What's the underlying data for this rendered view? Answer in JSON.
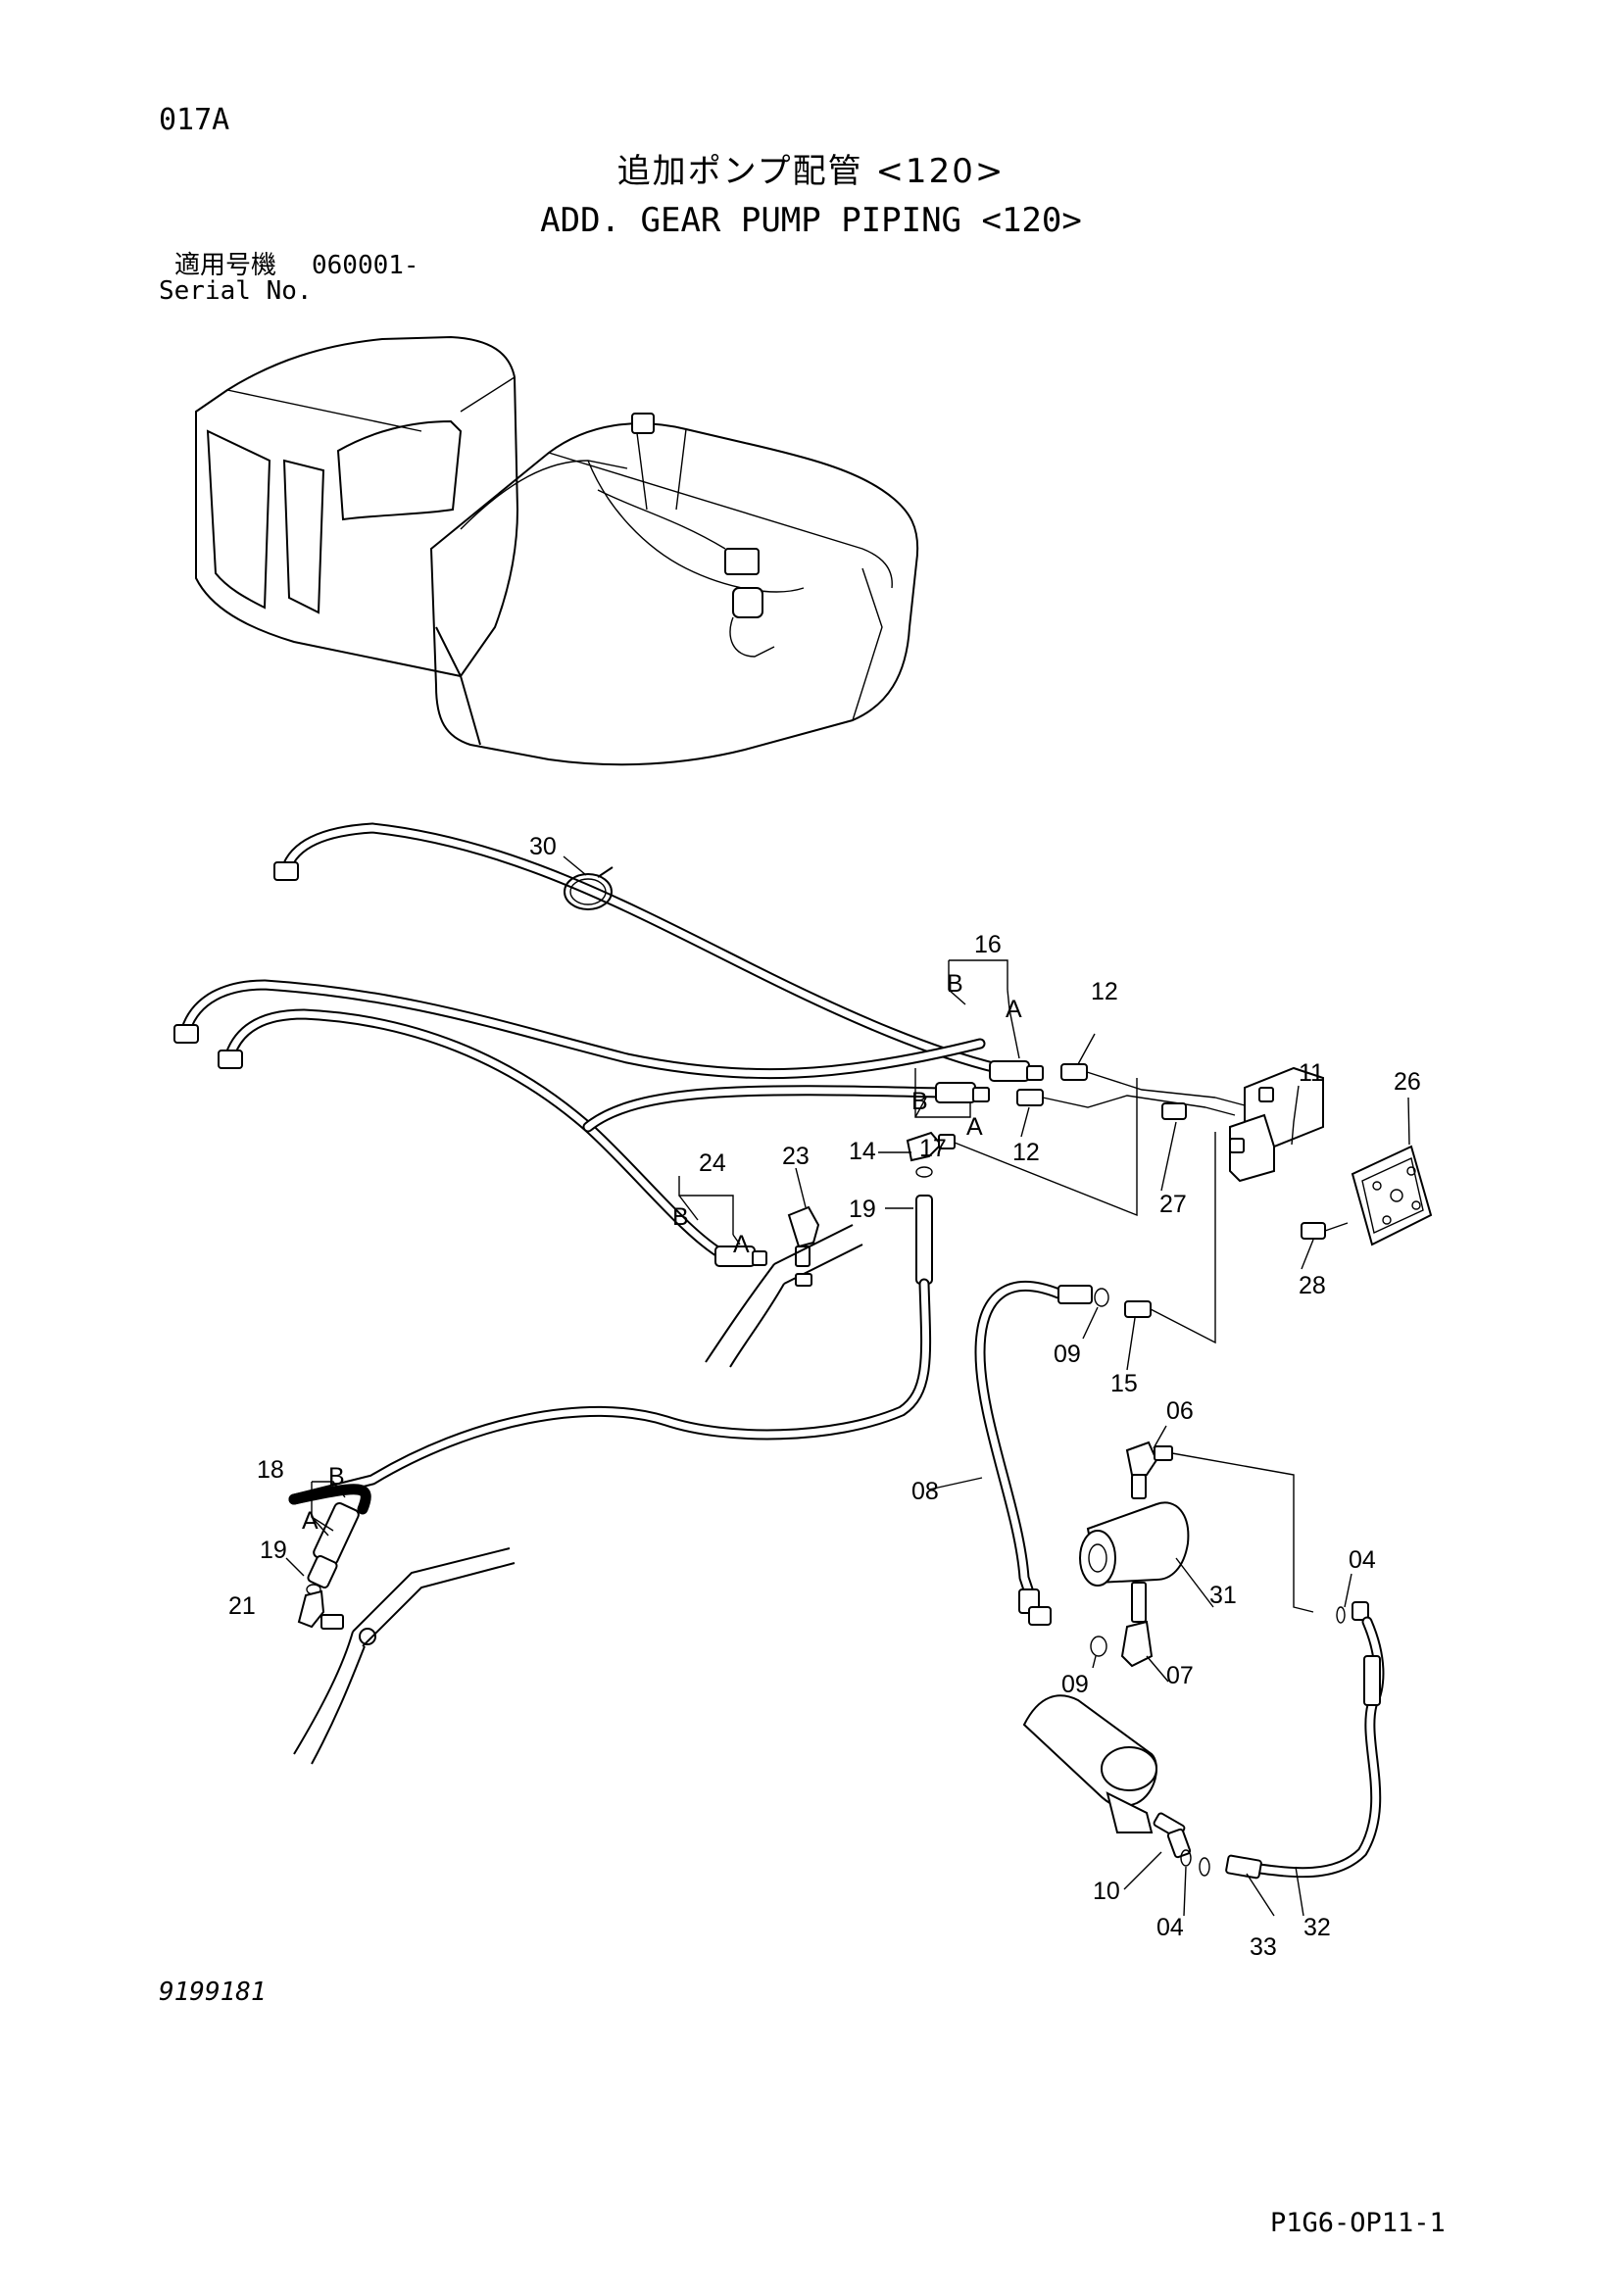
{
  "header": {
    "page_code": "017A",
    "title_ja": "追加ポンプ配管 <120>",
    "title_en": "ADD. GEAR PUMP PIPING <120>",
    "serial_label_ja": "適用号機",
    "serial_value": "060001-",
    "serial_label_en": "Serial No."
  },
  "callouts": [
    {
      "id": "c30",
      "label": "30"
    },
    {
      "id": "c16",
      "label": "16"
    },
    {
      "id": "c16b",
      "label": "B"
    },
    {
      "id": "c16a",
      "label": "A"
    },
    {
      "id": "c12a",
      "label": "12"
    },
    {
      "id": "c12b",
      "label": "12"
    },
    {
      "id": "c11",
      "label": "11"
    },
    {
      "id": "c26",
      "label": "26"
    },
    {
      "id": "c17b",
      "label": "B"
    },
    {
      "id": "c17a",
      "label": "A"
    },
    {
      "id": "c17",
      "label": "17"
    },
    {
      "id": "c24",
      "label": "24"
    },
    {
      "id": "c24b",
      "label": "B"
    },
    {
      "id": "c24a",
      "label": "A"
    },
    {
      "id": "c23",
      "label": "23"
    },
    {
      "id": "c14",
      "label": "14"
    },
    {
      "id": "c19a",
      "label": "19"
    },
    {
      "id": "c27",
      "label": "27"
    },
    {
      "id": "c28",
      "label": "28"
    },
    {
      "id": "c09a",
      "label": "09"
    },
    {
      "id": "c15",
      "label": "15"
    },
    {
      "id": "c06",
      "label": "06"
    },
    {
      "id": "c18",
      "label": "18"
    },
    {
      "id": "c18b",
      "label": "B"
    },
    {
      "id": "c18a",
      "label": "A"
    },
    {
      "id": "c19b",
      "label": "19"
    },
    {
      "id": "c21",
      "label": "21"
    },
    {
      "id": "c08",
      "label": "08"
    },
    {
      "id": "c31",
      "label": "31"
    },
    {
      "id": "c04a",
      "label": "04"
    },
    {
      "id": "c09b",
      "label": "09"
    },
    {
      "id": "c07",
      "label": "07"
    },
    {
      "id": "c10",
      "label": "10"
    },
    {
      "id": "c04b",
      "label": "04"
    },
    {
      "id": "c33",
      "label": "33"
    },
    {
      "id": "c32",
      "label": "32"
    }
  ],
  "footer": {
    "drawing_number": "9199181",
    "sheet_ref": "P1G6-OP11-1"
  }
}
